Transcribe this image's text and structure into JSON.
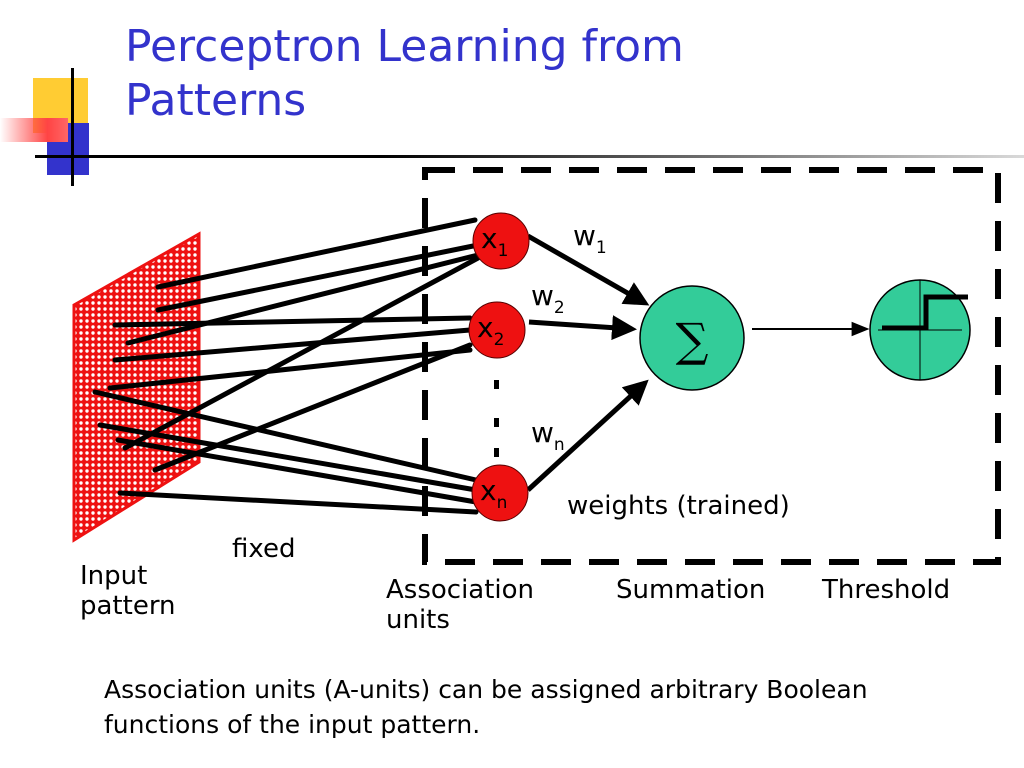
{
  "title": {
    "line1": "Perceptron Learning from",
    "line2": "Patterns"
  },
  "colors": {
    "title": "#3333cc",
    "association_unit": "#ee1111",
    "summation": "#33cc99",
    "threshold": "#33cc99",
    "input_grid": "#ee1111"
  },
  "icons": {
    "summation_symbol": "∑",
    "threshold_symbol": "step-function"
  },
  "nodes": {
    "x1": {
      "base": "x",
      "sub": "1"
    },
    "x2": {
      "base": "x",
      "sub": "2"
    },
    "xn": {
      "base": "x",
      "sub": "n"
    }
  },
  "weights": {
    "w1": {
      "base": "w",
      "sub": "1"
    },
    "w2": {
      "base": "w",
      "sub": "2"
    },
    "wn": {
      "base": "w",
      "sub": "n"
    }
  },
  "labels": {
    "fixed": "fixed",
    "weights_trained": "weights (trained)",
    "input_pattern": [
      "Input",
      "pattern"
    ],
    "association_units": [
      "Association",
      "units"
    ],
    "summation": "Summation",
    "threshold": "Threshold",
    "ellipsis": ":"
  },
  "body": {
    "line1": "Association units (A-units) can be assigned arbitrary Boolean",
    "line2": "functions of the input pattern."
  }
}
